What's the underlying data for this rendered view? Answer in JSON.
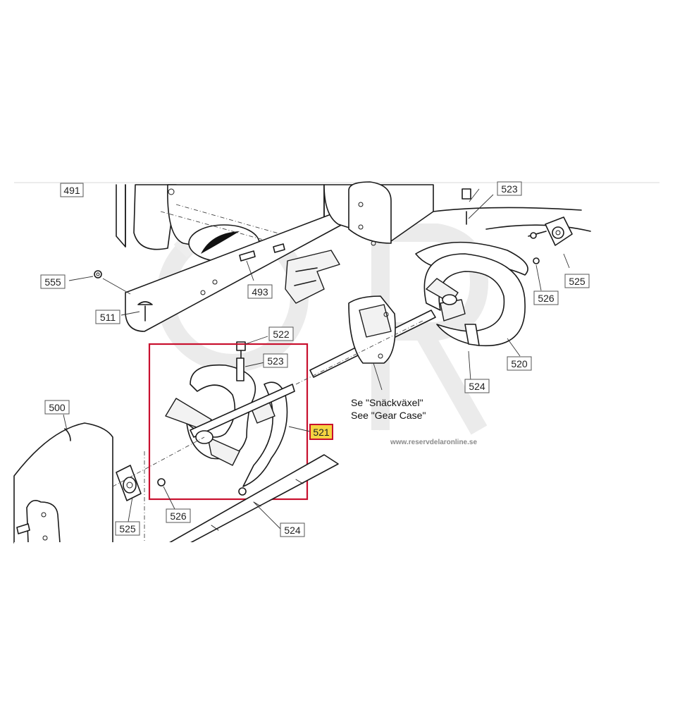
{
  "diagram": {
    "callouts": [
      {
        "id": "c491",
        "label": "491"
      },
      {
        "id": "c523a",
        "label": "523"
      },
      {
        "id": "c555",
        "label": "555"
      },
      {
        "id": "c525a",
        "label": "525"
      },
      {
        "id": "c493",
        "label": "493"
      },
      {
        "id": "c526a",
        "label": "526"
      },
      {
        "id": "c511",
        "label": "511"
      },
      {
        "id": "c520",
        "label": "520"
      },
      {
        "id": "c522",
        "label": "522"
      },
      {
        "id": "c523b",
        "label": "523"
      },
      {
        "id": "c524a",
        "label": "524"
      },
      {
        "id": "c500",
        "label": "500"
      },
      {
        "id": "c521",
        "label": "521",
        "highlighted": true
      },
      {
        "id": "c526b",
        "label": "526"
      },
      {
        "id": "c525b",
        "label": "525"
      },
      {
        "id": "c524b",
        "label": "524"
      }
    ],
    "note_line1": "Se \"Snäckväxel\"",
    "note_line2": "See \"Gear Case\"",
    "watermark": "www.reservdelaronline.se",
    "colors": {
      "highlight_frame": "#c8102e",
      "highlight_fill": "#f5d442",
      "line": "#1a1a1a",
      "watermark_logo": "#e9e9e9"
    }
  }
}
